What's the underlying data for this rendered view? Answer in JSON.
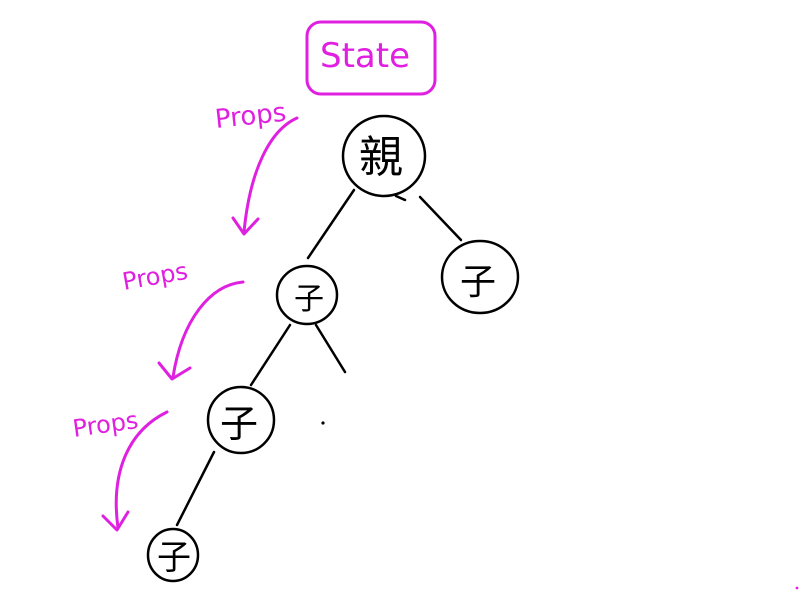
{
  "state_label": "State",
  "props_labels": [
    "Props",
    "Props",
    "Props"
  ],
  "nodes": {
    "parent": "親",
    "child_right": "子",
    "child_mid": "子",
    "child_lower": "子",
    "child_bottom": "子"
  },
  "colors": {
    "ink": "#000000",
    "accent": "#e020e0",
    "background": "#ffffff"
  }
}
